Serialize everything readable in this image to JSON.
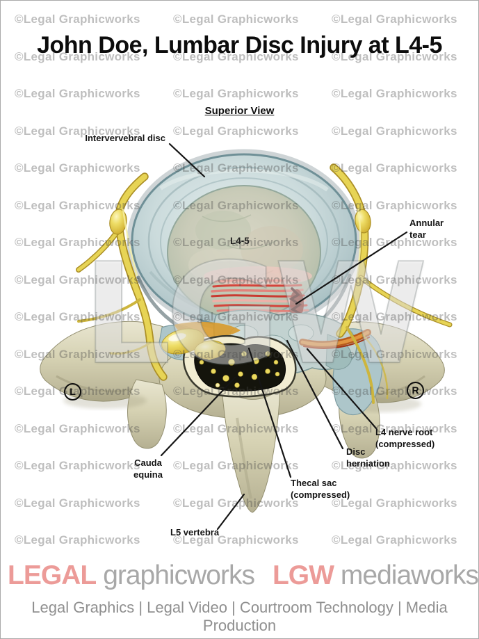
{
  "title": "John Doe, Lumbar Disc Injury at L4-5",
  "view_label": "Superior View",
  "watermark": {
    "copyright_text": "©Legal Graphicworks",
    "big_text": "LGW"
  },
  "orientation": {
    "left": "L",
    "right": "R"
  },
  "annotations": {
    "intervertebral_disc": "Intervervebral disc",
    "disc_level": "L4-5",
    "annular_tear": "Annular\ntear",
    "cauda_equina": "Cauda\nequina",
    "l4_nerve_root": "L4 nerve root\n(compressed)",
    "disc_herniation": "Disc\nherniation",
    "thecal_sac": "Thecal sac\n(compressed)",
    "l5_vertebra": "L5 vertebra"
  },
  "footer": {
    "brand_graphicworks": {
      "icon": "magnifier-icon",
      "name": "LEGAL",
      "suffix": "graphicworks"
    },
    "brand_mediaworks": {
      "icon": "play-icon",
      "name": "LGW",
      "suffix": "mediaworks"
    },
    "tagline": "Legal Graphics | Legal Video | Courtroom Technology | Media Production"
  },
  "colors": {
    "accent_pink": "#ec9b98",
    "brand_gray": "#a8a8a8",
    "watermark_gray": "#b9b9b9",
    "bone": "#d6d2b3",
    "disc_annulus": "#c3d4d6",
    "nucleus": "#cbcdba",
    "nerve_yellow": "#e7d455",
    "tear_red": "#d4453c",
    "thecal_sac_black": "#14140c",
    "label_black": "#141414"
  }
}
